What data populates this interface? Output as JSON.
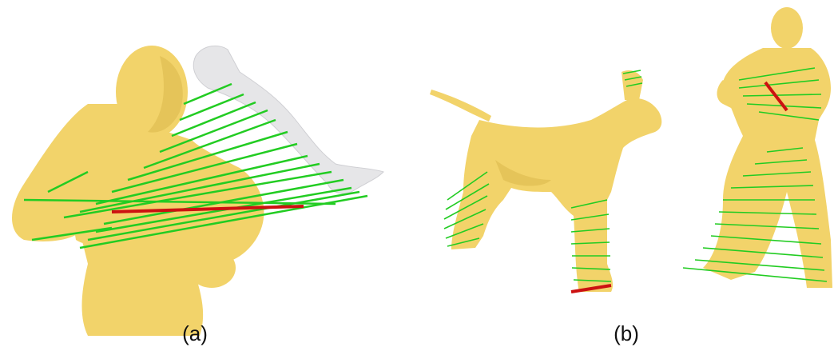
{
  "figure": {
    "panels": [
      {
        "id": "a",
        "label": "(a)"
      },
      {
        "id": "b",
        "label": "(b)"
      }
    ],
    "colors": {
      "body": "#f2d36a",
      "body_shade": "#d9b64a",
      "detached_arm": "#e6e6e8",
      "correspondence_line": "#22cc22",
      "highlight_line": "#cc1111",
      "background": "#ffffff"
    }
  }
}
